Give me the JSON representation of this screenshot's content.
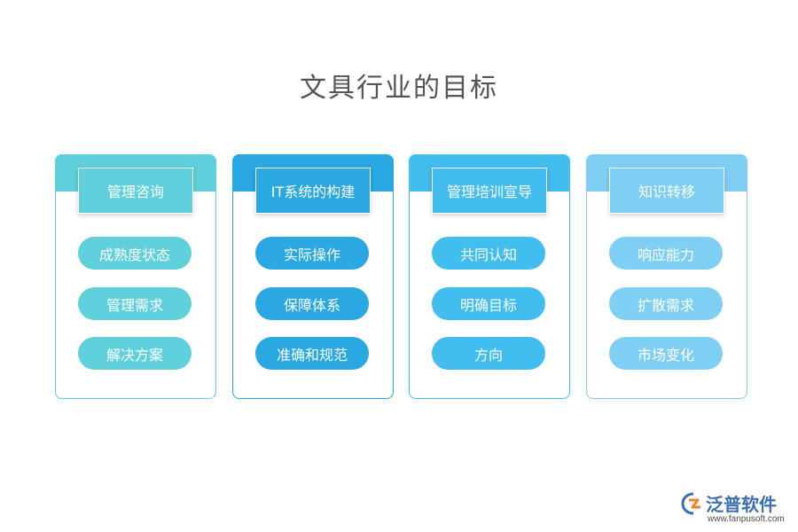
{
  "title": "文具行业的目标",
  "columns": [
    {
      "heading": "管理咨询",
      "items": [
        "成熟度状态",
        "管理需求",
        "解决方案"
      ],
      "color": "#5fd0dc"
    },
    {
      "heading": "IT系统的构建",
      "items": [
        "实际操作",
        "保障体系",
        "准确和规范"
      ],
      "color": "#29a8e2"
    },
    {
      "heading": "管理培训宣导",
      "items": [
        "共同认知",
        "明确目标",
        "方向"
      ],
      "color": "#41bdf0"
    },
    {
      "heading": "知识转移",
      "items": [
        "响应能力",
        "扩散需求",
        "市场变化"
      ],
      "color": "#7fcff5"
    }
  ],
  "logo": {
    "name": "泛普软件",
    "url": "www.fanpusoft.com",
    "icon": "fanpu-logo-icon"
  }
}
